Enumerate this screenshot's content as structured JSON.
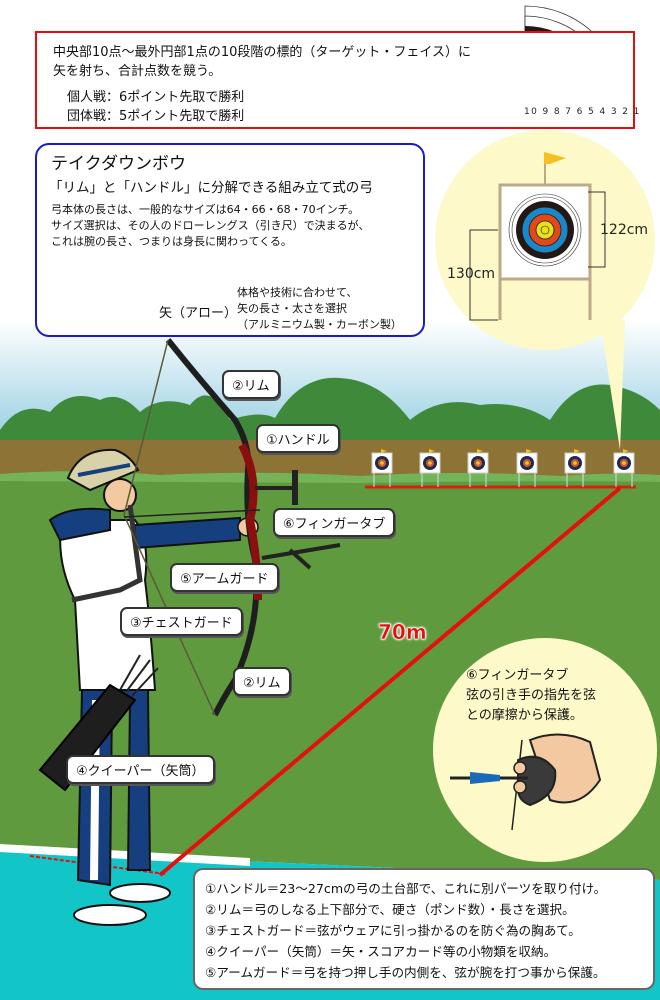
{
  "rules": {
    "line1": "中央部10点〜最外円部1点の10段階の標的（ターゲット・フェイス）に",
    "line2": "矢を射ち、合計点数を競う。",
    "individual": "個人戦：6ポイント先取で勝利",
    "team": "団体戦：5ポイント先取で勝利"
  },
  "score_scale": {
    "labels": "10 9 8 7 6 5 4 3 2 1",
    "ring_colors": [
      "#e8e01a",
      "#e8e01a",
      "#e04a1a",
      "#e04a1a",
      "#1a88c8",
      "#1a88c8",
      "#231815",
      "#231815",
      "#ffffff",
      "#ffffff"
    ]
  },
  "bow_info": {
    "title": "テイクダウンボウ",
    "subtitle": "「リム」と「ハンドル」に分解できる組み立て式の弓",
    "desc1": "弓本体の長さは、一般的なサイズは64・66・68・70インチ。",
    "desc2": "サイズ選択は、その人のドローレングス（引き尺）で決まるが、",
    "desc3": "これは腕の長さ、つまりは身長に関わってくる。",
    "arrow_label": "矢（アロー）",
    "arrow_note1": "体格や技術に合わせて、",
    "arrow_note2": "矢の長さ・太さを選択",
    "arrow_note3": "（アルミニウム製・カーボン製）"
  },
  "target_detail": {
    "face_height": "122cm",
    "center_height": "130cm"
  },
  "callouts": {
    "limb_upper": "②リム",
    "handle": "①ハンドル",
    "finger_tab": "⑥フィンガータブ",
    "arm_guard": "⑤アームガード",
    "chest_guard": "③チェストガード",
    "limb_lower": "②リム",
    "quiver": "④クイーパー（矢筒）"
  },
  "distance": "70m",
  "finger_tab_detail": {
    "line1": "⑥フィンガータブ",
    "line2": "弦の引き手の指先を弦",
    "line3": "との摩擦から保護。"
  },
  "legend": {
    "items": [
      "①ハンドル＝23〜27cmの弓の土台部で、これに別パーツを取り付け。",
      "②リム＝弓のしなる上下部分で、硬さ（ポンド数）・長さを選択。",
      "③チェストガード＝弦がウェアに引っ掛かるのを防ぐ為の胸あて。",
      "④クイーパー（矢筒）＝矢・スコアカード等の小物類を収納。",
      "⑤アームガード＝弓を持つ押し手の内側を、弦が腕を打つ事から保護。"
    ]
  },
  "colors": {
    "rule_border": "#e01010",
    "bow_border": "#1a1acc",
    "grass": "#5f9a3e",
    "dirt": "#8e7336",
    "sky_top": "#ffffff",
    "sky_bottom": "#8fcbe0",
    "floor": "#12c6c8",
    "distance_line": "#e41010",
    "spotlight": "#fdf9c8"
  },
  "target_count": 6
}
